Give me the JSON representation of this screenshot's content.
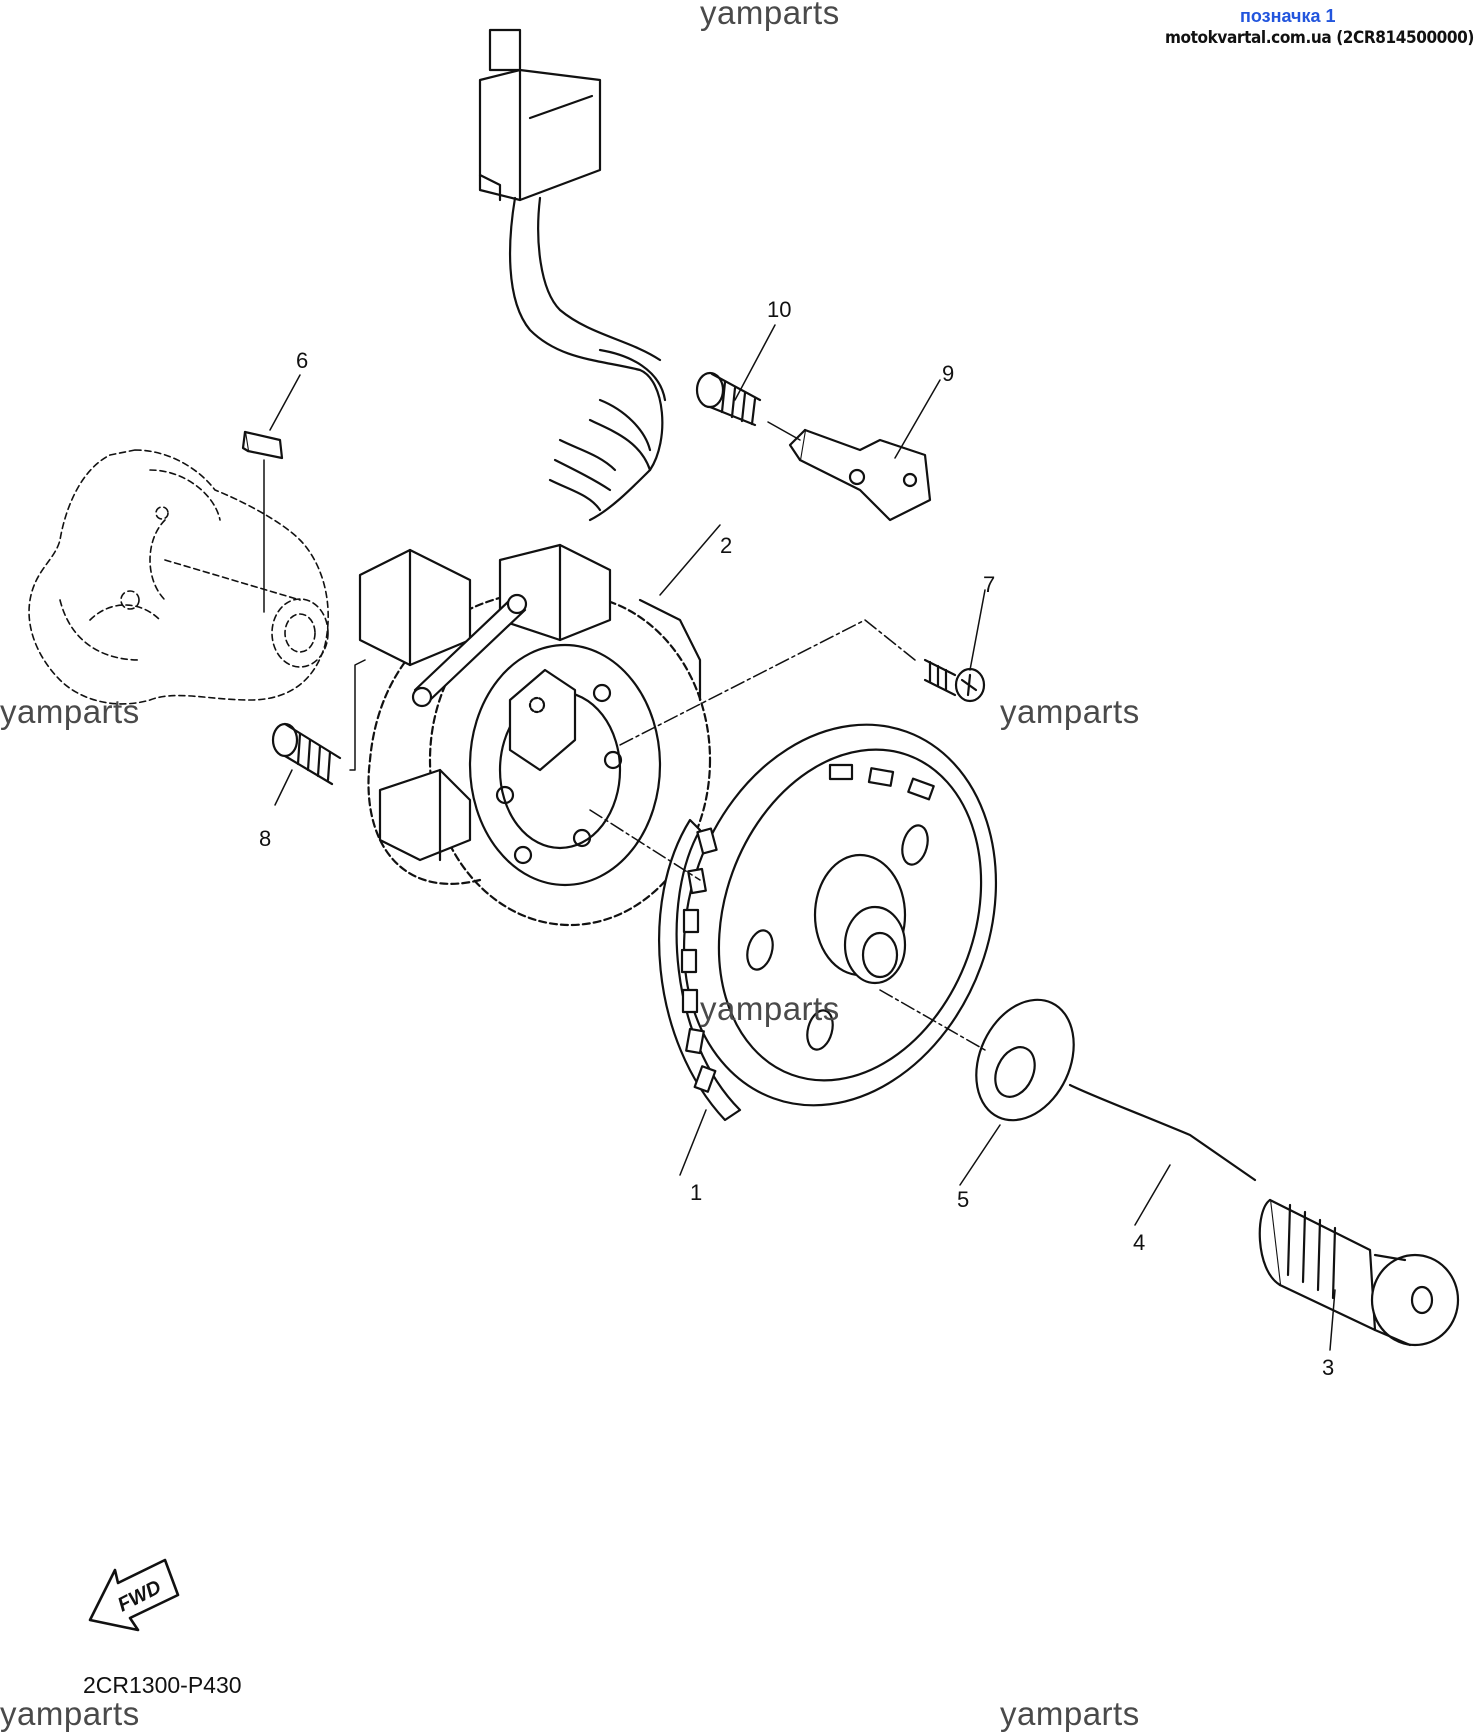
{
  "header": {
    "bookmark": "позначка 1",
    "source": "motokvartal.com.ua (2CR814500000)"
  },
  "watermark": "yamparts",
  "callouts": [
    "1",
    "2",
    "3",
    "4",
    "5",
    "6",
    "7",
    "8",
    "9",
    "10"
  ],
  "fwd_label": "FWD",
  "diagram_code": "2CR1300-P430",
  "colors": {
    "line": "#111111",
    "watermark": "#4a4a4a",
    "bookmark": "#2255dd"
  }
}
